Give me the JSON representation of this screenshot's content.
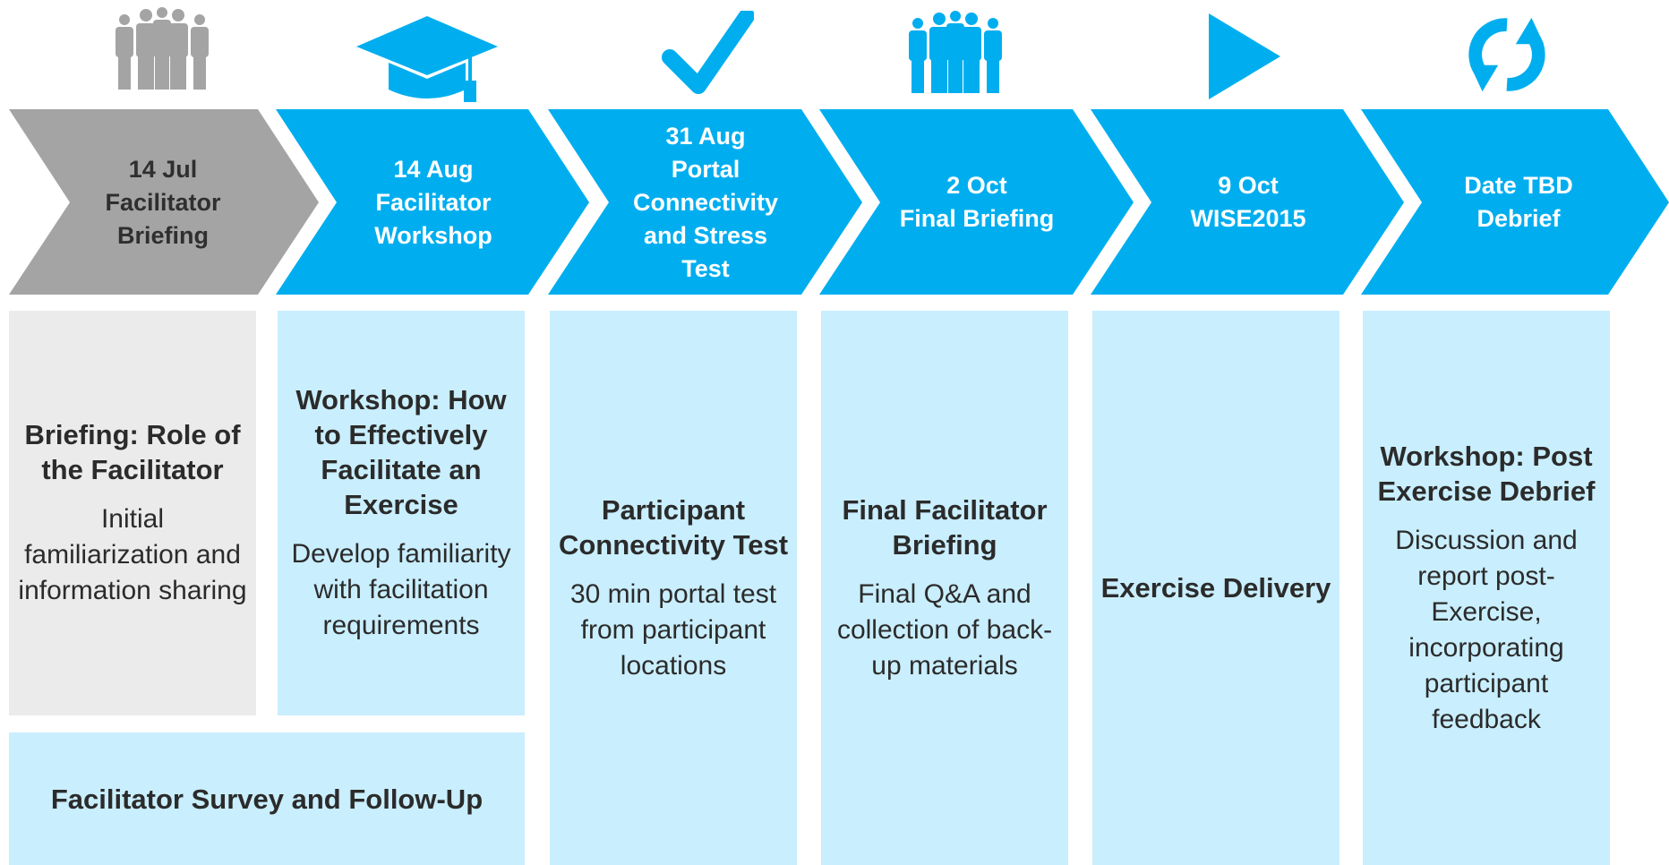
{
  "colors": {
    "gray": "#a4a4a4",
    "blue": "#00aeef",
    "box_gray": "#ebebeb",
    "box_blue": "#c9eefd"
  },
  "stages": [
    {
      "date": "14 Jul",
      "label": [
        "Facilitator",
        "Briefing"
      ],
      "icon": "people-group-icon",
      "title": "Briefing: Role of the Facilitator",
      "desc": "Initial familiarization and information sharing"
    },
    {
      "date": "14 Aug",
      "label": [
        "Facilitator",
        "Workshop"
      ],
      "icon": "graduation-cap-icon",
      "title": "Workshop: How to Effectively Facilitate an Exercise",
      "desc": "Develop familiarity with facilitation requirements"
    },
    {
      "date": "31 Aug",
      "label": [
        "Portal",
        "Connectivity",
        "and Stress",
        "Test"
      ],
      "icon": "checkmark-icon",
      "title": "Participant Connectivity Test",
      "desc": "30 min portal test from participant locations"
    },
    {
      "date": "2 Oct",
      "label": [
        "Final Briefing"
      ],
      "icon": "people-group-icon",
      "title": "Final Facilitator Briefing",
      "desc": "Final Q&A and collection of back-up materials"
    },
    {
      "date": "9 Oct",
      "label": [
        "WISE2015"
      ],
      "icon": "play-icon",
      "title": "Exercise Delivery",
      "desc": ""
    },
    {
      "date": "Date TBD",
      "label": [
        "Debrief"
      ],
      "icon": "refresh-cycle-icon",
      "title": "Workshop: Post Exercise Debrief",
      "desc": "Discussion and report post-Exercise, incorporating participant feedback"
    }
  ],
  "followup": {
    "title": "Facilitator Survey and Follow-Up"
  }
}
